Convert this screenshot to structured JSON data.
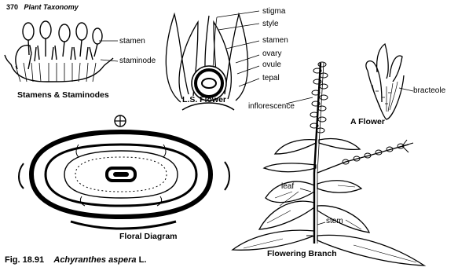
{
  "page_header": {
    "number": "370",
    "title": "Plant Taxonomy"
  },
  "stamens_panel": {
    "labels": {
      "stamen": "stamen",
      "staminode": "staminode"
    },
    "caption": "Stamens & Staminodes"
  },
  "ls_flower_panel": {
    "labels": {
      "stigma": "stigma",
      "style": "style",
      "stamen": "stamen",
      "ovary": "ovary",
      "ovule": "ovule",
      "tepal": "tepal"
    },
    "caption": "L.S. Flower"
  },
  "flower_panel": {
    "labels": {
      "bracteole": "bracteole"
    },
    "caption": "A Flower"
  },
  "floral_diagram_panel": {
    "caption": "Floral Diagram"
  },
  "branch_panel": {
    "labels": {
      "inflorescence": "inflorescence",
      "leaf": "leaf",
      "stem": "stem"
    },
    "caption": "Flowering Branch"
  },
  "figure_caption": {
    "number": "Fig. 18.91",
    "species": "Achyranthes aspera",
    "author": "L."
  }
}
